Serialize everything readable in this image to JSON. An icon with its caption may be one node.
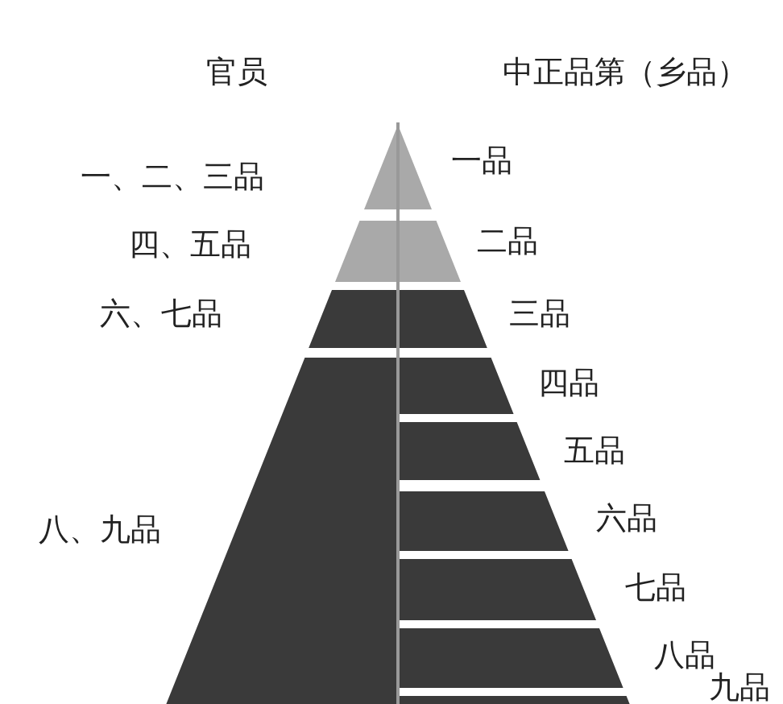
{
  "diagram": {
    "labels": [
      "官员",
      "中正品第（乡品）",
      "一、二、三品",
      "四、五品",
      "六、七品",
      "八、九品",
      "一品",
      "二品",
      "三品",
      "四品",
      "五品",
      "六品",
      "七品",
      "八品",
      "九品"
    ]
  }
}
